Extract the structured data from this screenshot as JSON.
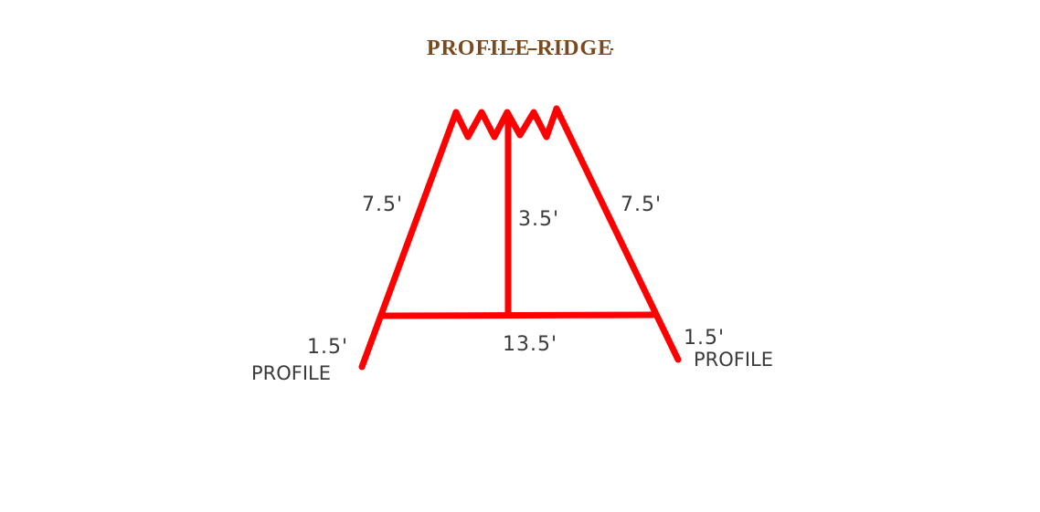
{
  "title": "PROFILE RIDGE",
  "colors": {
    "line": "#ff0000",
    "title": "#7a4a1e",
    "text": "#3a3a3a",
    "background": "#ffffff"
  },
  "dimensions": {
    "left_slope": "7.5'",
    "right_slope": "7.5'",
    "center_height": "3.5'",
    "base_width": "13.5'",
    "left_extension": "1.5'",
    "right_extension": "1.5'"
  },
  "labels": {
    "left_profile": "PROFILE",
    "right_profile": "PROFILE"
  }
}
